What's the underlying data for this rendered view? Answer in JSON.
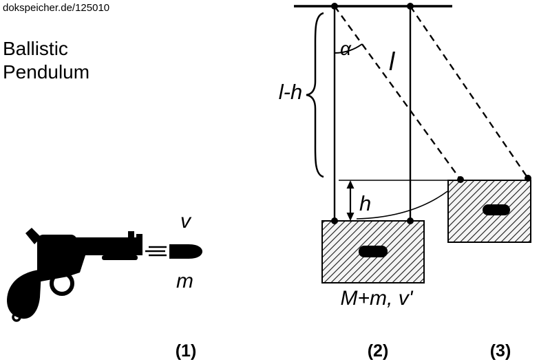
{
  "watermark": "dokspeicher.de/125010",
  "title": {
    "line1": "Ballistic",
    "line2": "Pendulum"
  },
  "bullet": {
    "velocity_label": "v",
    "mass_label": "m"
  },
  "pendulum": {
    "angle_label": "α",
    "length_label": "l",
    "length_minus_height_label": "l-h",
    "height_label": "h",
    "combined_mass_label": "M+m, v'"
  },
  "positions": {
    "stage1": "(1)",
    "stage2": "(2)",
    "stage3": "(3)"
  },
  "colors": {
    "ink": "#000000",
    "background": "#ffffff",
    "hatch_bg": "#f4f4f4"
  }
}
